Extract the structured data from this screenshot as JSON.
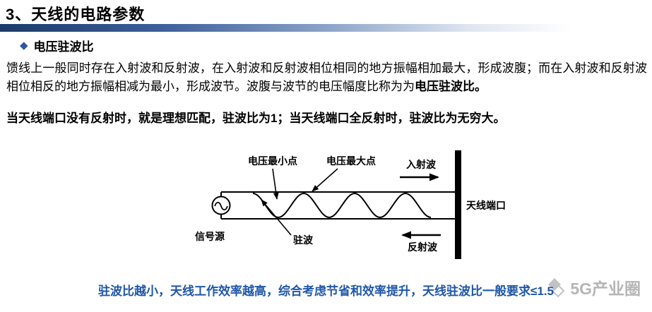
{
  "header": {
    "title": "3、天线的电路参数",
    "section_bullet": "◆",
    "section_title": "电压驻波比"
  },
  "content": {
    "paragraph1_normal": "馈线上一般同时存在入射波和反射波，在入射波和反射波相位相同的地方振幅相加最大，形成波腹；而在入射波和反射波相位相反的地方振幅相减为最小，形成波节。波腹与波节的电压幅度比称为为",
    "paragraph1_bold": "电压驻波比。",
    "paragraph2": "当天线端口没有反射时，就是理想匹配，驻波比为1；当天线端口全反射时，驻波比为无穷大。"
  },
  "diagram": {
    "voltage_min_label": "电压最小点",
    "voltage_max_label": "电压最大点",
    "incident_wave_label": "入射波",
    "antenna_port_label": "天线端口",
    "reflected_wave_label": "反射波",
    "standing_wave_label": "驻波",
    "signal_source_label": "信号源"
  },
  "footer": {
    "conclusion": "驻波比越小，天线工作效率越高，综合考虑节省和效率提升，天线驻波比一般要求≤1.5"
  },
  "watermark": {
    "text": "5G产业圈"
  },
  "colors": {
    "accent_blue": "#2f55a4",
    "footer_blue": "#1e56a8",
    "gradient_dark": "#1b3a68",
    "watermark_gray": "#b5b5b5"
  }
}
